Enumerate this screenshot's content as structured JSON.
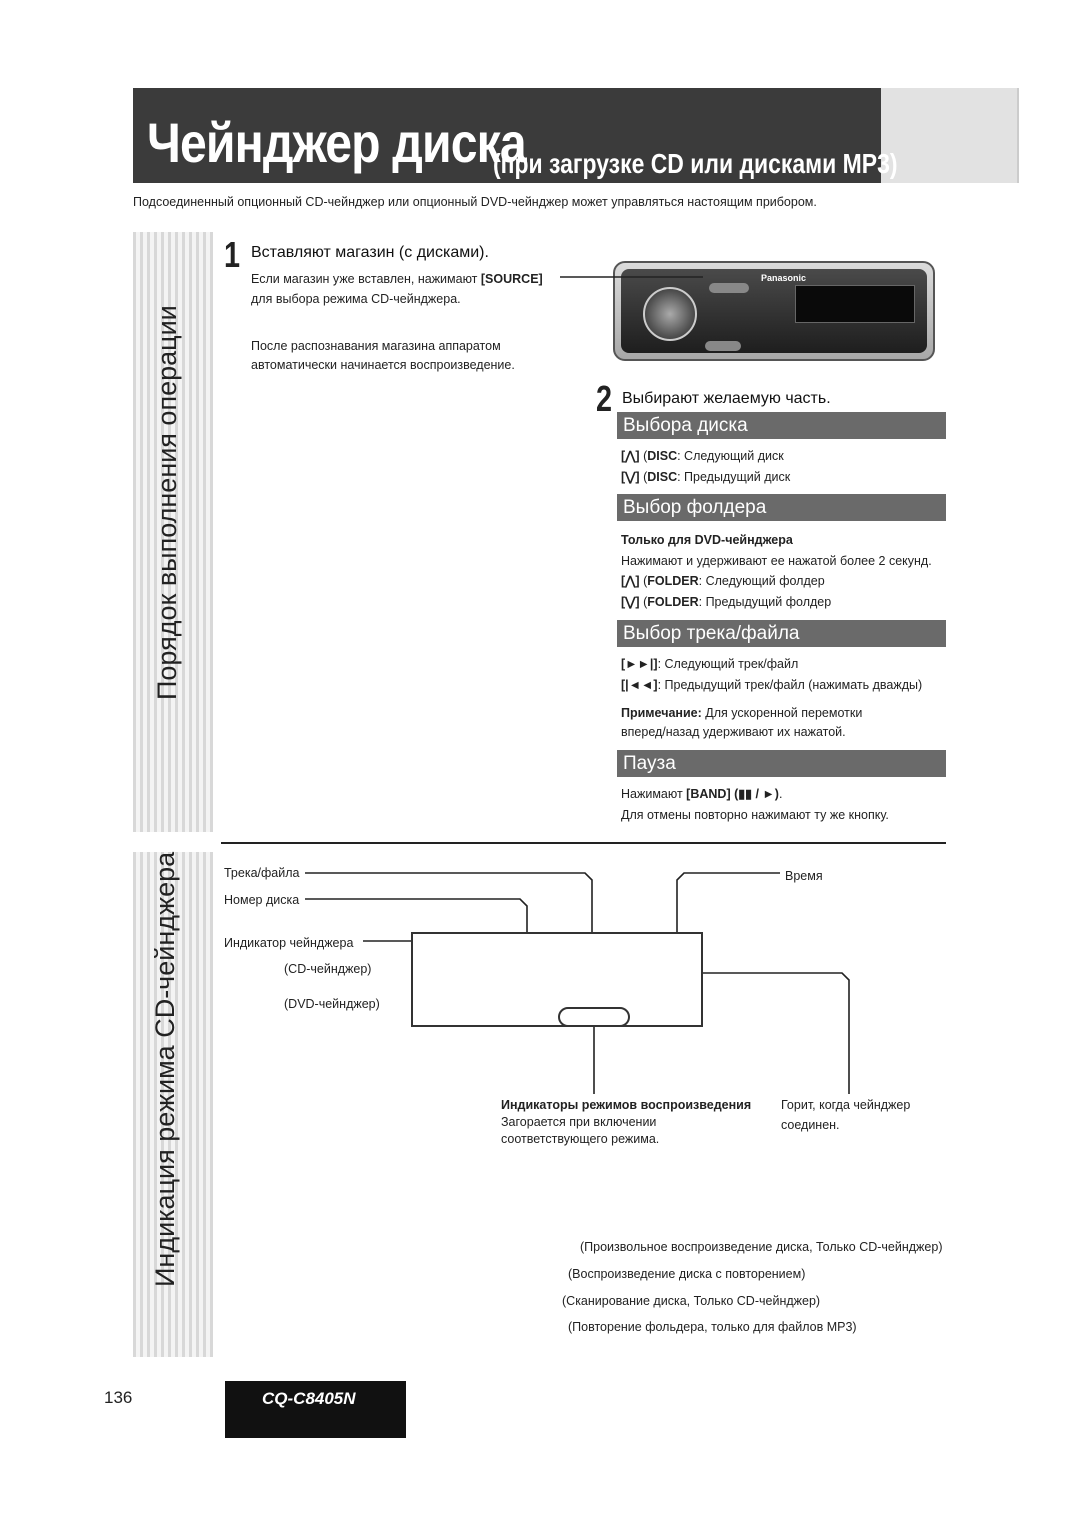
{
  "title": {
    "main": "Чейнджер диска",
    "sub": "(при загрузке CD или дисками MP3)"
  },
  "intro": "Подсоединенный опционный CD-чейнджер или опционный DVD-чейнджер может управляться настоящим прибором.",
  "side_tabs": [
    {
      "label": "Порядок выполнения операции"
    },
    {
      "label": "Индикация режима CD-чейнджера"
    }
  ],
  "step1": {
    "number": "1",
    "title": "Вставляют магазин (с дисками).",
    "line1_pre": "Если магазин уже вставлен, нажимают ",
    "line1_key": "[SOURCE]",
    "line2": "для выбора режима CD-чейнджера.",
    "line3": "После распознавания магазина аппаратом",
    "line4": "автоматически начинается воспроизведение."
  },
  "step2": {
    "number": "2",
    "title": "Выбирают желаемую часть."
  },
  "device": {
    "brand": "Panasonic",
    "model": "CQ-C8405N",
    "source_label": "SOURCE"
  },
  "sections": {
    "disc": {
      "header": "Выбора диска",
      "up_key": "[⋀]",
      "up_btn": "DISC",
      "up_text": ": Следующий диск",
      "down_key": "[⋁]",
      "down_btn": "DISC",
      "down_text": ": Предыдущий диск"
    },
    "folder": {
      "header": "Выбор фолдера",
      "only": "Только для DVD-чейнджера",
      "hold": "Нажимают и удерживают ее нажатой более 2 секунд.",
      "up_key": "[⋀]",
      "up_btn": "FOLDER",
      "up_text": ": Следующий фолдер",
      "down_key": "[⋁]",
      "down_btn": "FOLDER",
      "down_text": ": Предыдущий фолдер"
    },
    "track": {
      "header": "Выбор трека/файла",
      "next_key": "[►►|]",
      "next_text": ": Следующий трек/файл",
      "prev_key": "[|◄◄]",
      "prev_text": ": Предыдущий трек/файл (нажимать дважды)",
      "note_label": "Примечание:",
      "note_text": " Для ускоренной перемотки",
      "note_text2": "вперед/назад удерживают их нажатой."
    },
    "pause": {
      "header": "Пауза",
      "line1_pre": "Нажимают ",
      "line1_key": "[BAND] (▮▮ / ►)",
      "line1_post": ".",
      "line2": "Для отмены повторно нажимают ту же кнопку."
    }
  },
  "indicator": {
    "track": "Трека/файла",
    "disc_no": "Номер диска",
    "changer": "Индикатор чейнджера",
    "cd": "(CD-чейнджер)",
    "dvd": "(DVD-чейнджер)",
    "time": "Время",
    "modes_title": "Индикаторы режимов воспроизведения",
    "modes_l1": "Загорается при включении",
    "modes_l2": "соответствующего режима.",
    "connected_l1": "Горит, когда чейнджер",
    "connected_l2": "соединен."
  },
  "modes_list": [
    "(Произвольное воспроизведение диска, Только CD-чейнджер)",
    "(Воспроизведение диска с повторением)",
    "(Сканирование диска, Только CD-чейнджер)",
    "(Повторение фольдера, только для файлов MP3)"
  ],
  "footer": {
    "page": "136",
    "model": "CQ-C8405N"
  }
}
